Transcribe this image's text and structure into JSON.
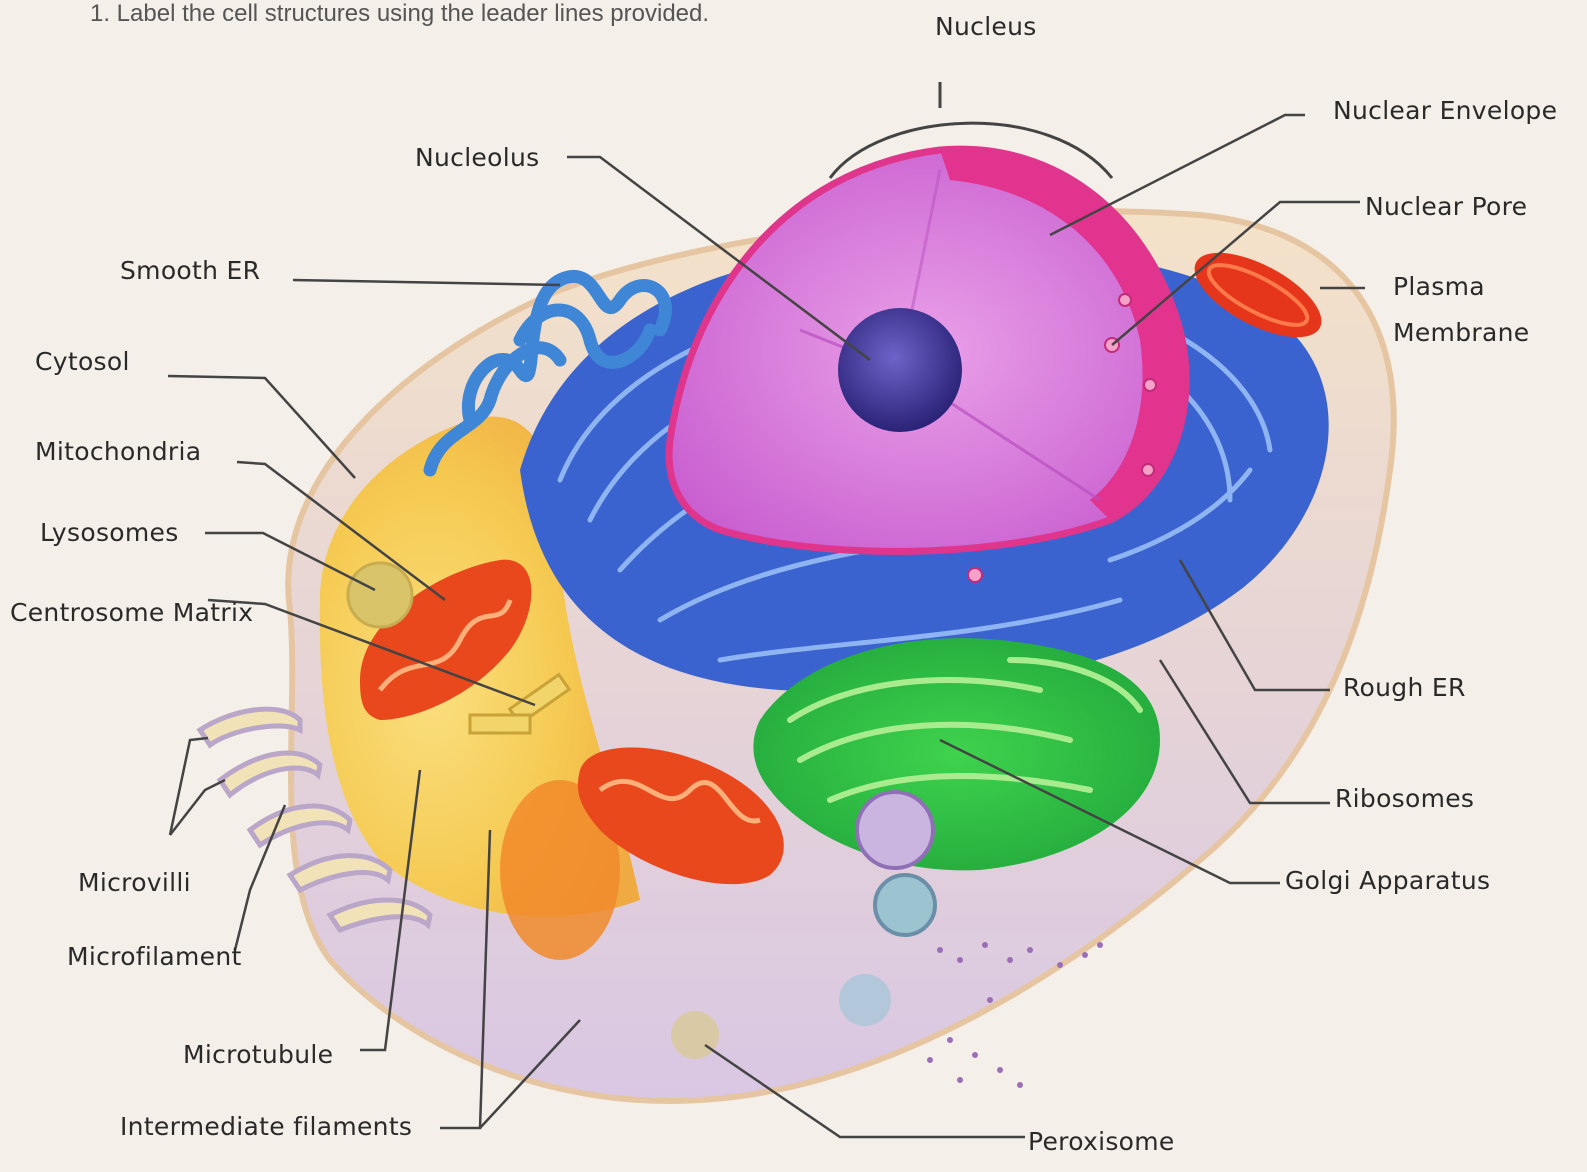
{
  "instruction": "1. Label the cell structures using the leader lines provided.",
  "labels": {
    "nucleus": "Nucleus",
    "nuclear_envelope": "Nuclear Envelope",
    "nucleolus": "Nucleolus",
    "nuclear_pore": "Nuclear Pore",
    "smooth_er": "Smooth ER",
    "plasma_membrane_1": "Plasma",
    "plasma_membrane_2": "Membrane",
    "cytosol": "Cytosol",
    "mitochondria": "Mitochondria",
    "lysosomes": "Lysosomes",
    "centrosome_matrix": "Centrosome Matrix",
    "rough_er": "Rough ER",
    "ribosomes": "Ribosomes",
    "golgi_apparatus": "Golgi Apparatus",
    "microvilli": "Microvilli",
    "microfilament": "Microfilament",
    "microtubule": "Microtubule",
    "intermediate_filaments": "Intermediate filaments",
    "peroxisome": "Peroxisome"
  },
  "colors": {
    "cytoplasm": "#f6c94a",
    "outer_membrane": "#e9c7a9",
    "rough_er": "#3f6fd6",
    "smooth_er": "#4a8fd8",
    "nucleus": "#d56bd6",
    "nuclear_envelope": "#e2348f",
    "nucleolus": "#3b2f8f",
    "mitochondria": "#e8481c",
    "golgi": "#43c34a",
    "leader_line": "#444444"
  }
}
